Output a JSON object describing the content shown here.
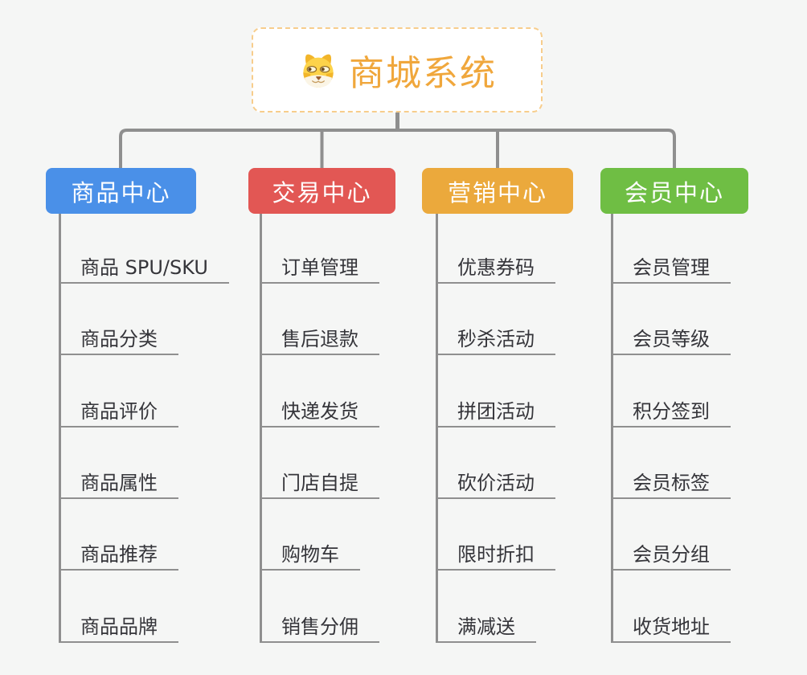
{
  "root": {
    "title": "商城系统",
    "icon": "doge-dog-icon",
    "text_color": "#f0a73c",
    "border_color": "#f7cd8c"
  },
  "branches": [
    {
      "label": "商品中心",
      "color": "#4a90e8",
      "items": [
        "商品 SPU/SKU",
        "商品分类",
        "商品评价",
        "商品属性",
        "商品推荐",
        "商品品牌"
      ]
    },
    {
      "label": "交易中心",
      "color": "#e25754",
      "items": [
        "订单管理",
        "售后退款",
        "快递发货",
        "门店自提",
        "购物车",
        "销售分佣"
      ]
    },
    {
      "label": "营销中心",
      "color": "#eba93c",
      "items": [
        "优惠券码",
        "秒杀活动",
        "拼团活动",
        "砍价活动",
        "限时折扣",
        "满减送"
      ]
    },
    {
      "label": "会员中心",
      "color": "#6fbe44",
      "items": [
        "会员管理",
        "会员等级",
        "积分签到",
        "会员标签",
        "会员分组",
        "收货地址"
      ]
    }
  ],
  "connector_color": "#8f8f8f",
  "background_color": "#f5f6f5"
}
